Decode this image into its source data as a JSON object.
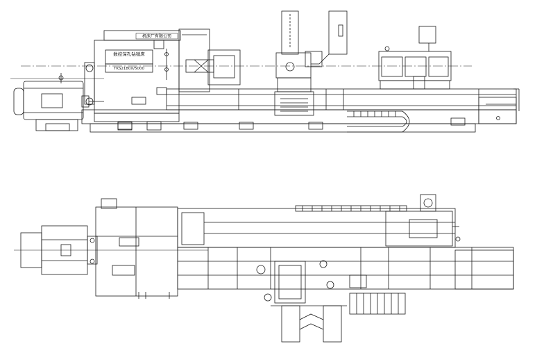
{
  "drawing": {
    "nameplate_top": "机床厂有限公司",
    "nameplate_main": "数控深孔钻镗床",
    "nameplate_model": "TKS2180X/5000",
    "line_color": "#1a1a1a",
    "background": "#ffffff"
  }
}
